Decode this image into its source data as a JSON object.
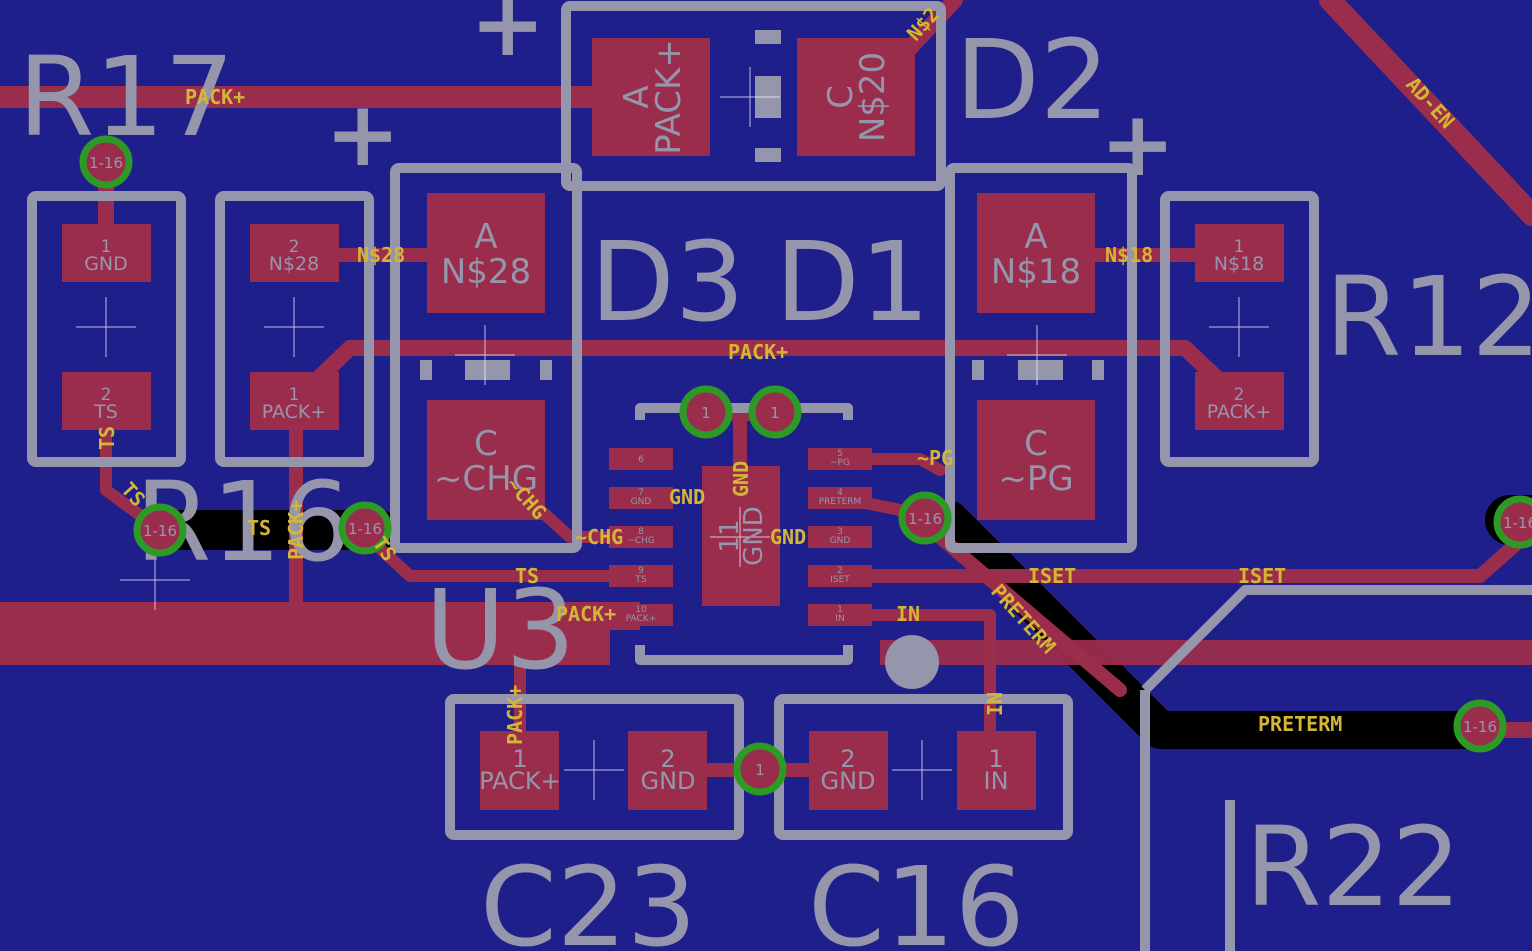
{
  "colors": {
    "background": "#1f1f8c",
    "top_copper": "#9b2d4c",
    "bottom_copper_trace": "#000000",
    "silkscreen": "#9595ac",
    "net_label": "#d4b636",
    "via_ring": "#2c9a24"
  },
  "components": {
    "R17": {
      "ref": "R17",
      "pad1_num": "1",
      "pad1_net": "GND",
      "pad2_num": "2",
      "pad2_net": "TS"
    },
    "R16": {
      "ref": "R16",
      "pad2_num": "2",
      "pad2_net": "N$28",
      "pad1_num": "1",
      "pad1_net": "PACK+"
    },
    "D3": {
      "ref": "D3",
      "anode_letter": "A",
      "anode_net": "N$28",
      "cathode_letter": "C",
      "cathode_net": "~CHG"
    },
    "D1": {
      "ref": "D1",
      "anode_letter": "A",
      "anode_net": "N$18",
      "cathode_letter": "C",
      "cathode_net": "~PG"
    },
    "D2": {
      "ref": "D2",
      "anode_letter": "A",
      "anode_net": "PACK+",
      "cathode_letter": "C",
      "cathode_net": "N$20"
    },
    "R12": {
      "ref": "R12",
      "pad1_num": "1",
      "pad1_net": "N$18",
      "pad2_num": "2",
      "pad2_net": "PACK+"
    },
    "U3": {
      "ref": "U3",
      "center_pad_num": "11",
      "center_pad_net": "GND",
      "left_pins": [
        {
          "num": "6",
          "net": ""
        },
        {
          "num": "7",
          "net": "GND"
        },
        {
          "num": "8",
          "net": "~CHG"
        },
        {
          "num": "9",
          "net": "TS"
        },
        {
          "num": "10",
          "net": "PACK+"
        }
      ],
      "right_pins": [
        {
          "num": "5",
          "net": "~PG"
        },
        {
          "num": "4",
          "net": "PRETERM"
        },
        {
          "num": "3",
          "net": "GND"
        },
        {
          "num": "2",
          "net": "ISET"
        },
        {
          "num": "1",
          "net": "IN"
        }
      ]
    },
    "C23": {
      "ref": "C23",
      "pad1_num": "1",
      "pad1_net": "PACK+",
      "pad2_num": "2",
      "pad2_net": "GND"
    },
    "C16": {
      "ref": "C16",
      "pad2_num": "2",
      "pad2_net": "GND",
      "pad1_num": "1",
      "pad1_net": "IN"
    },
    "R22": {
      "ref": "R22"
    }
  },
  "polarity_marks": {
    "plus": "+"
  },
  "net_labels": {
    "pack_top": "PACK+",
    "n28": "N$28",
    "n18": "N$18",
    "pack_mid": "PACK+",
    "n20": "N$2",
    "ad_en": "AD-EN",
    "ts_a": "TS",
    "ts_b": "TS",
    "ts_c": "TS",
    "ts_d": "TS",
    "pack_vertical": "PACK+",
    "chg_diag": "~CHG",
    "gnd_vertical": "GND",
    "gnd_left": "GND",
    "gnd_right": "GND",
    "chg": "~CHG",
    "pg": "~PG",
    "iset_a": "ISET",
    "iset_b": "ISET",
    "preterm_diag": "PRETERM",
    "preterm": "PRETERM",
    "pack_u3": "PACK+",
    "pack_c23": "PACK+",
    "in_a": "IN",
    "in_b": "IN"
  },
  "vias": {
    "v_r17": "1-16",
    "v_ts": "1-16",
    "v_r16": "1-16",
    "v_gnd_a": "1",
    "v_gnd_b": "1",
    "v_preterm": "1-16",
    "v_right_edge": "1-16",
    "v_preterm_end": "1-16",
    "v_cap": "1"
  }
}
